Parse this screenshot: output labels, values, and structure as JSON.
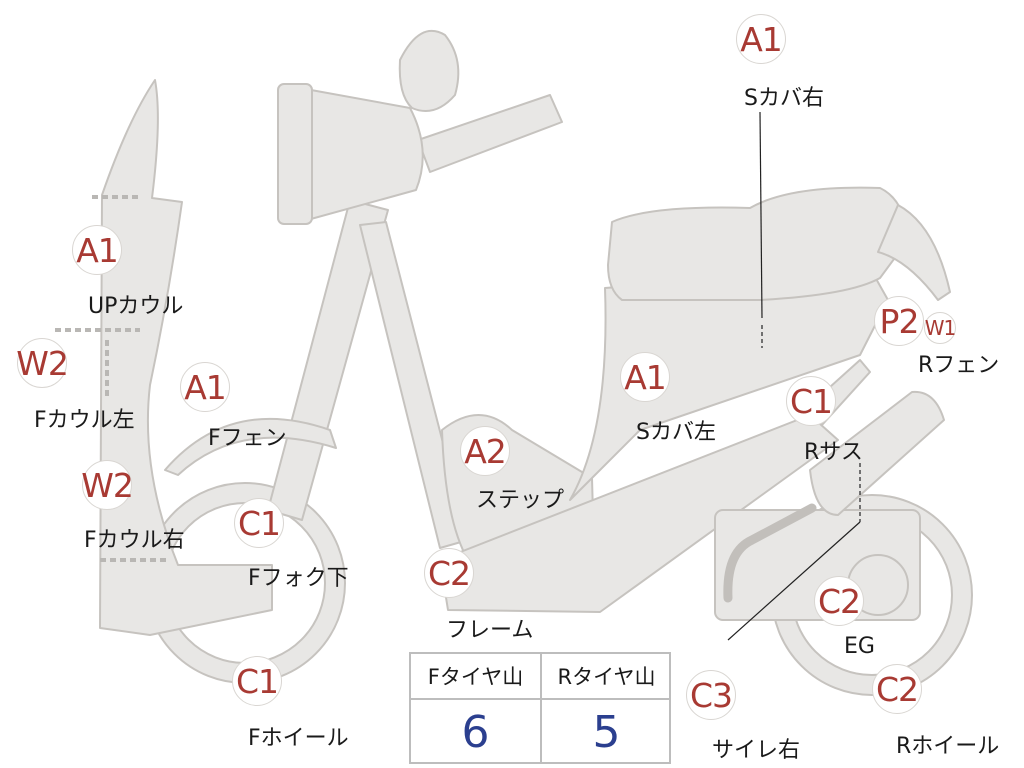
{
  "markers": [
    {
      "id": "a1-s-cover-right",
      "code": "A1",
      "label": "Sカバ右"
    },
    {
      "id": "a1-up-cowl",
      "code": "A1",
      "label": "UPカウル"
    },
    {
      "id": "w2-f-cowl-left",
      "code": "W2",
      "label": "Fカウル左"
    },
    {
      "id": "a1-f-fender",
      "code": "A1",
      "label": "Fフェン"
    },
    {
      "id": "w2-f-cowl-right",
      "code": "W2",
      "label": "Fカウル右"
    },
    {
      "id": "c1-f-fork-lower",
      "code": "C1",
      "label": "Fフォク下"
    },
    {
      "id": "c1-f-wheel",
      "code": "C1",
      "label": "Fホイール"
    },
    {
      "id": "a2-step",
      "code": "A2",
      "label": "ステップ"
    },
    {
      "id": "c2-frame",
      "code": "C2",
      "label": "フレーム"
    },
    {
      "id": "a1-s-cover-left",
      "code": "A1",
      "label": "Sカバ左"
    },
    {
      "id": "p2-r-fender",
      "code": "P2",
      "label": ""
    },
    {
      "id": "w1-r-fender",
      "code": "W1",
      "label": "Rフェン"
    },
    {
      "id": "c1-r-suspension",
      "code": "C1",
      "label": "Rサス"
    },
    {
      "id": "c2-engine",
      "code": "C2",
      "label": "EG"
    },
    {
      "id": "c3-muffler-right",
      "code": "C3",
      "label": "サイレ右"
    },
    {
      "id": "c2-r-wheel",
      "code": "C2",
      "label": "Rホイール"
    }
  ],
  "tire_table": {
    "front_header": "Fタイヤ山",
    "rear_header": "Rタイヤ山",
    "front_value": "6",
    "rear_value": "5"
  },
  "colors": {
    "part_fill": "#e8e7e5",
    "part_stroke": "#c6c3bf",
    "marker_text": "#a83a33",
    "value_text": "#2b3f8f"
  }
}
